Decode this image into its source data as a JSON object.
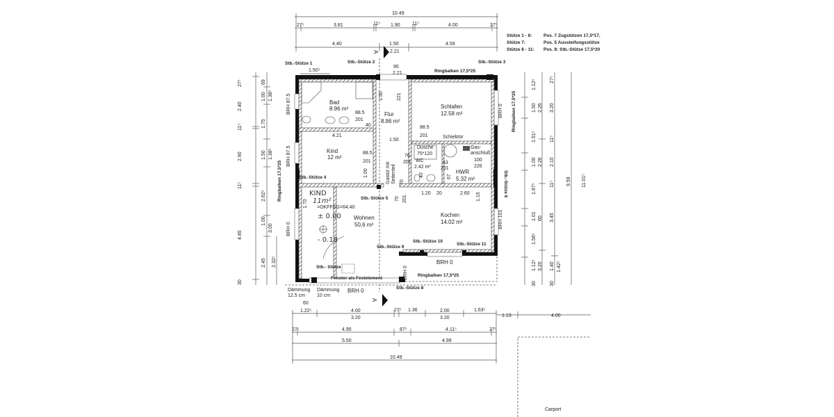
{
  "dimensions": {
    "top": [
      "10.49",
      "27⁵",
      "3.81",
      "11⁵",
      "1.90",
      "11⁵",
      "4.00",
      "27⁵",
      "4.40",
      "1.50",
      "4.59",
      "2.21",
      "95",
      "2.21",
      "1.50⁵"
    ],
    "left": [
      "27⁵",
      "2.40",
      "11⁵",
      "2.90",
      "11⁵",
      "4.85",
      "30",
      "69",
      "1.00",
      "1.38⁵",
      "1.75",
      "1.50",
      "1.38⁵",
      "2.62⁵",
      "1.00",
      "3.00",
      "2.45",
      "2.32⁵",
      "1.70"
    ],
    "right": [
      "1.12⁵",
      "1.50",
      "2.26",
      "1.51⁵",
      "1.00",
      "2.26",
      "1.87⁵",
      "1.01",
      "60",
      "1.56⁵",
      "1.12⁵",
      "3.20",
      "30",
      "27⁵",
      "3.20",
      "11⁵",
      "2.10",
      "11⁵",
      "3.45",
      "1.40",
      "1.42⁵",
      "30",
      "9.59",
      "11.01⁵"
    ],
    "bottom": [
      "60",
      "1.22⁵",
      "4.00",
      "3.20",
      "27⁵",
      "1.36",
      "2.00",
      "3.20",
      "1.63⁵",
      "1.13",
      "4.00",
      "27⁵",
      "4.95",
      "87⁵",
      "4.11⁵",
      "27⁵",
      "5.50",
      "4.99",
      "10.49"
    ],
    "interior": [
      "88.5",
      "201",
      "40",
      "88.5",
      "201",
      "4.21",
      "1.50",
      "88.5",
      "201",
      "76",
      "201",
      "63",
      "201",
      "100",
      "226",
      "1.00",
      "70",
      "40",
      "67",
      "1.20",
      "20",
      "2.60",
      "1.15",
      "1.50",
      "221",
      "70",
      "201"
    ]
  },
  "legend": [
    {
      "label": "Stütze 1 - 6:",
      "value": "Pos. 7  Zugstützen 17,5*17,"
    },
    {
      "label": "Stütze 7:",
      "value": "Pos. 5  Aussteifungsstütze"
    },
    {
      "label": "Stütze 8 - 11:",
      "value": "Pos. 8: Stb.-Stütze 17,5*20"
    }
  ],
  "rooms": [
    {
      "name": "Bad",
      "area": "8.96 m²"
    },
    {
      "name": "Flur",
      "area": "8.86 m²"
    },
    {
      "name": "Schlafen",
      "area": "12.58 m²"
    },
    {
      "name": "Kind",
      "area": "12 m²"
    },
    {
      "name": "Dusche",
      "area": "75*120"
    },
    {
      "name": "WC",
      "area": "2.42 m²"
    },
    {
      "name": "HWR",
      "area": "5.32 m²"
    },
    {
      "name": "Wohnen",
      "area": "50,6 m²"
    },
    {
      "name": "Kochen",
      "area": "14.02 m²"
    }
  ],
  "columns": [
    "Stb.-Stütze 1",
    "Stb.-Stütze 2",
    "Stb.-Stütze 3",
    "Stb.-Stütze 4",
    "Stb.-Stütze 5",
    "Stb.-Stütze 6",
    "Stb.- Stütze",
    "Stb.-Stütze 8",
    "Stb.-Stütze 9",
    "Stb.-Stütze 10",
    "Stb.-Stütze 11"
  ],
  "annotations": {
    "ringbalken": "Ringbalken 17,5*25",
    "brh_875": "BRH 87.5",
    "brh_0": "BRH 0",
    "brh_101": "BRH 101",
    "schiebetuer": "Schiebtür",
    "gas": "Gas-",
    "gas2": "anschluß",
    "gastuer": "Gastür mit",
    "gastuer2": "Seitenteil",
    "fenster": "Fenster als Festelement",
    "daemmung": "Dämmung",
    "daemmung_a": "12.5 cm",
    "daemmung_b": "10 cm",
    "section": "A",
    "carport": "Carport"
  },
  "handwritten": {
    "kind": "KIND",
    "area": "11m²",
    "level": "=OKFFEG=64,40",
    "zero": "± 0.00",
    "minus": "- 0.18"
  }
}
